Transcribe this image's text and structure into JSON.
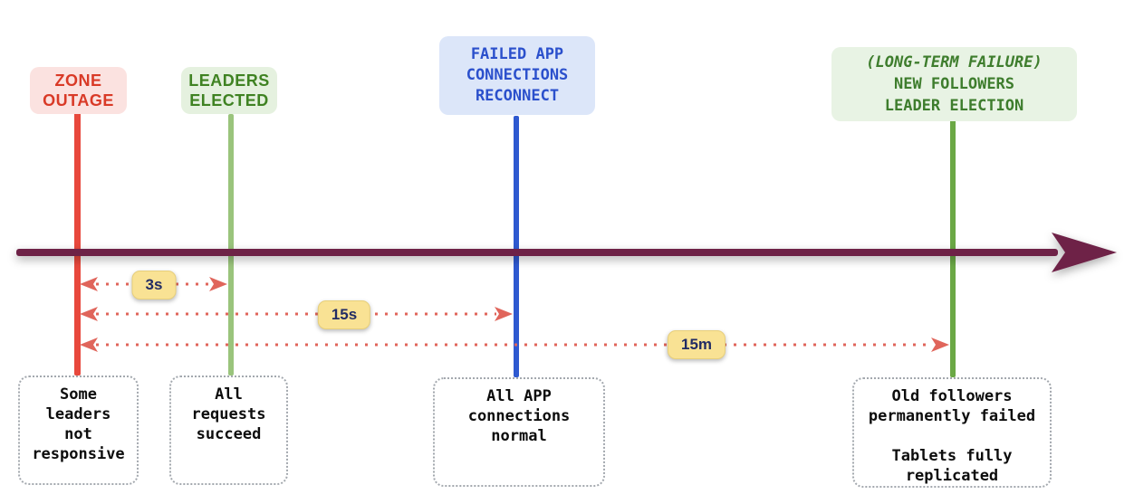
{
  "events": [
    {
      "name": "zone-outage",
      "label_lines": [
        "ZONE",
        "OUTAGE"
      ],
      "note_lines": [
        "Some",
        "leaders",
        "not",
        "responsive"
      ],
      "label_text_color": "#d93a27",
      "label_bg_color": "#fbe2e0",
      "line_color": "#e8483c"
    },
    {
      "name": "leaders-elected",
      "label_lines": [
        "LEADERS",
        "ELECTED"
      ],
      "note_lines": [
        "All",
        "requests",
        "succeed"
      ],
      "label_text_color": "#3f8222",
      "label_bg_color": "#e5f1df",
      "line_color": "#9ac47c"
    },
    {
      "name": "failed-app-connections-reconnect",
      "label_lines": [
        "FAILED APP",
        "CONNECTIONS",
        "RECONNECT"
      ],
      "note_lines": [
        "All APP",
        "connections",
        "normal"
      ],
      "label_text_color": "#2b50cc",
      "label_bg_color": "#dce6f9",
      "line_color": "#2e59d0"
    },
    {
      "name": "long-term-failure",
      "label_lines": [
        "(LONG-TERM FAILURE)",
        "NEW FOLLOWERS",
        "LEADER ELECTION"
      ],
      "note_lines": [
        "Old followers",
        "permanently failed",
        "",
        "Tablets fully",
        "replicated"
      ],
      "label_text_color": "#3e7d2d",
      "label_bg_color": "#e8f3e4",
      "line_color": "#6ba845"
    }
  ],
  "durations": [
    {
      "label": "3s",
      "from": "zone-outage",
      "to": "leaders-elected"
    },
    {
      "label": "15s",
      "from": "zone-outage",
      "to": "failed-app-connections-reconnect"
    },
    {
      "label": "15m",
      "from": "zone-outage",
      "to": "long-term-failure"
    }
  ],
  "colors": {
    "timeline_arrow": "#6e2246",
    "duration_arrow": "#e0655b",
    "duration_chip_bg": "#f9e294",
    "duration_chip_text": "#222c64",
    "note_border": "#a3a8ae"
  }
}
